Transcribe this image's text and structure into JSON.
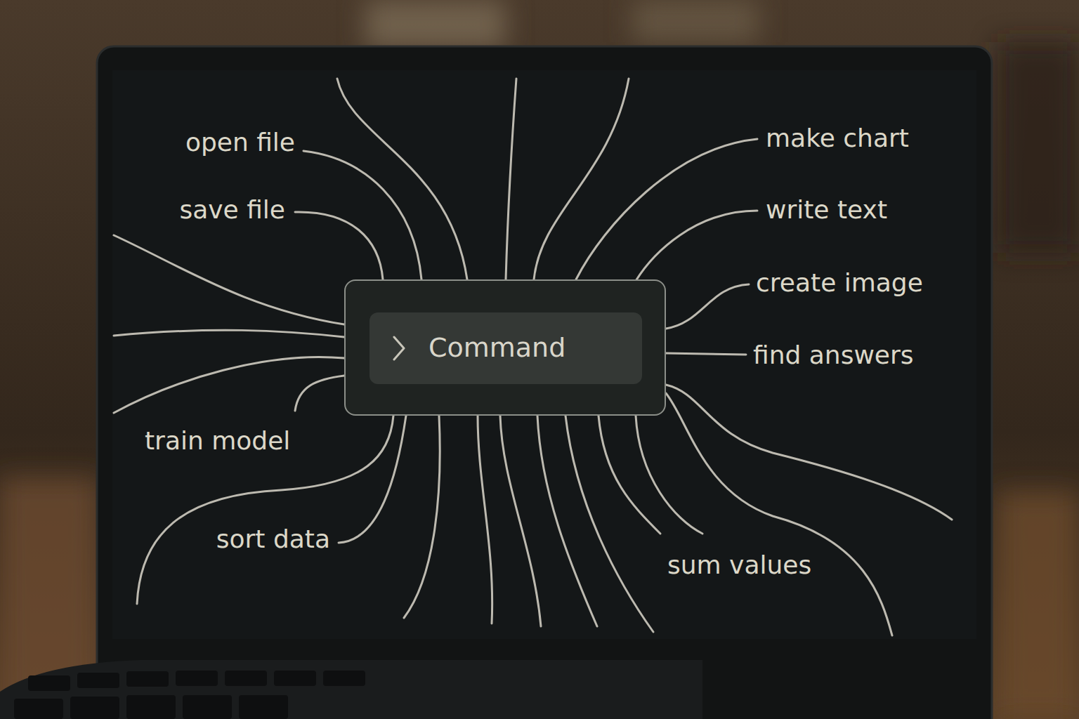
{
  "diagram": {
    "nodes": [
      {
        "text": [
          "Command"
        ]
      }
    ],
    "labels": [
      "open file",
      "save file",
      "make chart",
      "write text",
      "create image",
      "find answers",
      "train model",
      "sort data",
      "sum values"
    ]
  }
}
